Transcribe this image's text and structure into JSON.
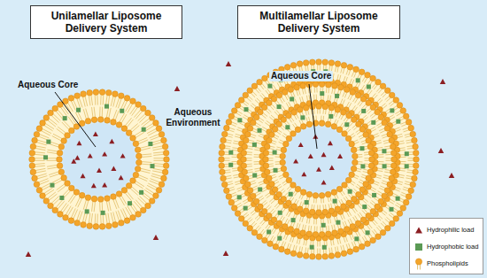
{
  "diagram": {
    "nodes": [
      {
        "text": [
          "Unilamellar Liposome Delivery System"
        ]
      },
      {
        "text": [
          "Multilamellar Liposome Delivery System"
        ]
      }
    ],
    "labels": [
      "Aqueous Core",
      "Aqueous Environment",
      "Aqueous Core"
    ],
    "legend": [
      {
        "text": "Hydrophilic load"
      },
      {
        "text": "Hydrophobic load",
        "color": "#5b9a55"
      },
      {
        "text": "Phospholipids"
      }
    ]
  }
}
